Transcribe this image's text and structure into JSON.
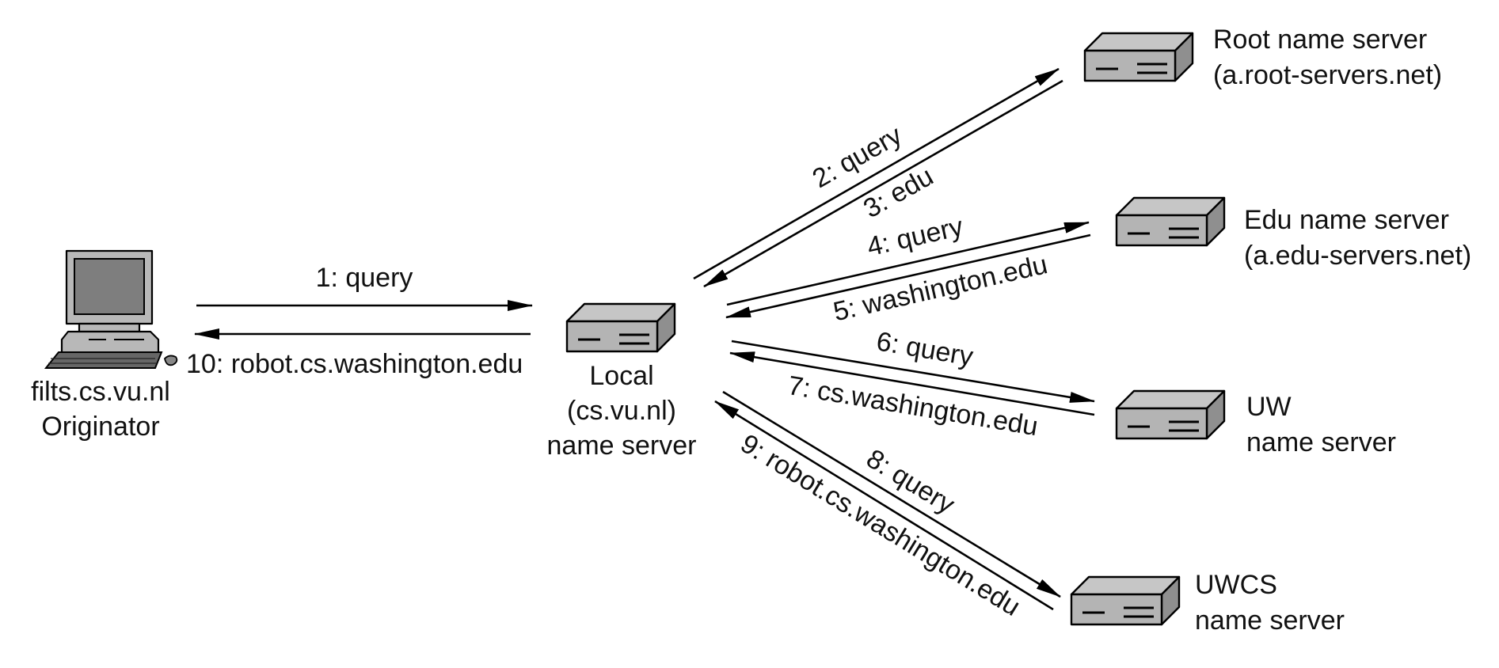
{
  "nodes": {
    "originator": {
      "host": "filts.cs.vu.nl",
      "role": "Originator"
    },
    "local": {
      "line1": "Local",
      "line2": "(cs.vu.nl)",
      "line3": "name server"
    },
    "root": {
      "line1": "Root name server",
      "line2": "(a.root-servers.net)"
    },
    "edu": {
      "line1": "Edu name server",
      "line2": "(a.edu-servers.net)"
    },
    "uw": {
      "line1": "UW",
      "line2": "name server"
    },
    "uwcs": {
      "line1": "UWCS",
      "line2": "name server"
    }
  },
  "messages": [
    {
      "label": "1: query"
    },
    {
      "label": "2: query"
    },
    {
      "label": "3: edu"
    },
    {
      "label": "4: query"
    },
    {
      "label": "5: washington.edu"
    },
    {
      "label": "6: query"
    },
    {
      "label": "7: cs.washington.edu"
    },
    {
      "label": "8: query"
    },
    {
      "label": "9: robot.cs.washington.edu"
    },
    {
      "label": "10: robot.cs.washington.edu"
    }
  ],
  "colors": {
    "line": "#000000",
    "server_top": "#c6c6c6",
    "server_front": "#b4b4b4",
    "server_side": "#8f8f8f",
    "screen": "#7e7e7e"
  }
}
